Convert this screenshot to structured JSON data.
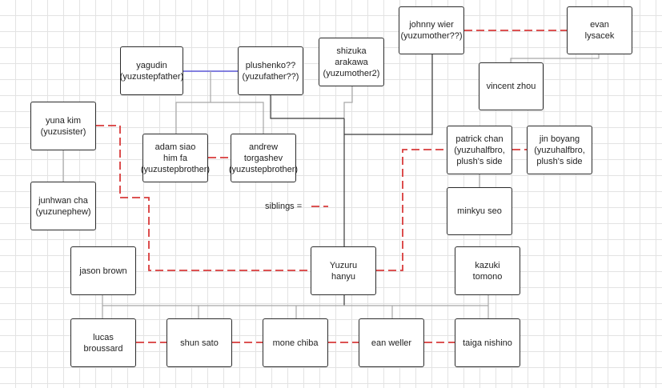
{
  "nodes": [
    {
      "id": "yagudin",
      "label": "yagudin\n(yuzustepfather)"
    },
    {
      "id": "plushenko",
      "label": "plushenko??\n(yuzufather??)"
    },
    {
      "id": "shizuka",
      "label": "shizuka\narakawa\n(yuzumother2)"
    },
    {
      "id": "johnny",
      "label": "johnny wier\n(yuzumother??)"
    },
    {
      "id": "evan",
      "label": "evan\nlysacek"
    },
    {
      "id": "vincent",
      "label": "vincent zhou"
    },
    {
      "id": "yuna",
      "label": "yuna kim\n(yuzusister)"
    },
    {
      "id": "adam",
      "label": "adam siao\nhim fa\n(yuzustepbrother)"
    },
    {
      "id": "andrew",
      "label": "andrew\ntorgashev\n(yuzustepbrother)"
    },
    {
      "id": "patrick",
      "label": "patrick chan\n(yuzuhalfbro,\nplush's side"
    },
    {
      "id": "jin",
      "label": "jin boyang\n(yuzuhalfbro,\nplush's side"
    },
    {
      "id": "junhwan",
      "label": "junhwan cha\n(yuzunephew)"
    },
    {
      "id": "minkyu",
      "label": "minkyu seo"
    },
    {
      "id": "jason",
      "label": "jason brown"
    },
    {
      "id": "yuzuru",
      "label": "Yuzuru\nhanyu"
    },
    {
      "id": "kazuki",
      "label": "kazuki\ntomono"
    },
    {
      "id": "lucas",
      "label": "lucas\nbroussard"
    },
    {
      "id": "shun",
      "label": "shun sato"
    },
    {
      "id": "mone",
      "label": "mone chiba"
    },
    {
      "id": "ean",
      "label": "ean weller"
    },
    {
      "id": "taiga",
      "label": "taiga nishino"
    }
  ],
  "legend": {
    "label": "siblings ="
  },
  "colors": {
    "sibling": "#d83a3a",
    "parent": "#a8a8a8",
    "spouse": "#5a57d6",
    "trunk": "#3a3a3a",
    "node_border": "#2b2b2b"
  },
  "edges": {
    "spouse": [
      [
        "yagudin",
        "plushenko"
      ]
    ],
    "sibling": [
      [
        "johnny",
        "evan"
      ],
      [
        "adam",
        "andrew"
      ],
      [
        "yuna",
        "yuzuru"
      ],
      [
        "patrick",
        "jin"
      ],
      [
        "patrick",
        "yuzuru"
      ],
      [
        "lucas",
        "shun"
      ],
      [
        "shun",
        "mone"
      ],
      [
        "mone",
        "ean"
      ],
      [
        "ean",
        "taiga"
      ]
    ],
    "parent": [
      [
        "yagudin+plushenko",
        "adam"
      ],
      [
        "yagudin+plushenko",
        "andrew"
      ],
      [
        "evan",
        "vincent"
      ],
      [
        "yuna",
        "junhwan"
      ],
      [
        "patrick",
        "minkyu"
      ],
      [
        "shizuka",
        "yuzuru"
      ],
      [
        "plushenko",
        "yuzuru"
      ],
      [
        "johnny",
        "yuzuru"
      ],
      [
        "yuzuru",
        "lucas"
      ],
      [
        "yuzuru",
        "shun"
      ],
      [
        "yuzuru",
        "mone"
      ],
      [
        "yuzuru",
        "ean"
      ],
      [
        "yuzuru",
        "taiga"
      ],
      [
        "jason",
        "lucas"
      ],
      [
        "kazuki",
        "taiga"
      ]
    ]
  }
}
